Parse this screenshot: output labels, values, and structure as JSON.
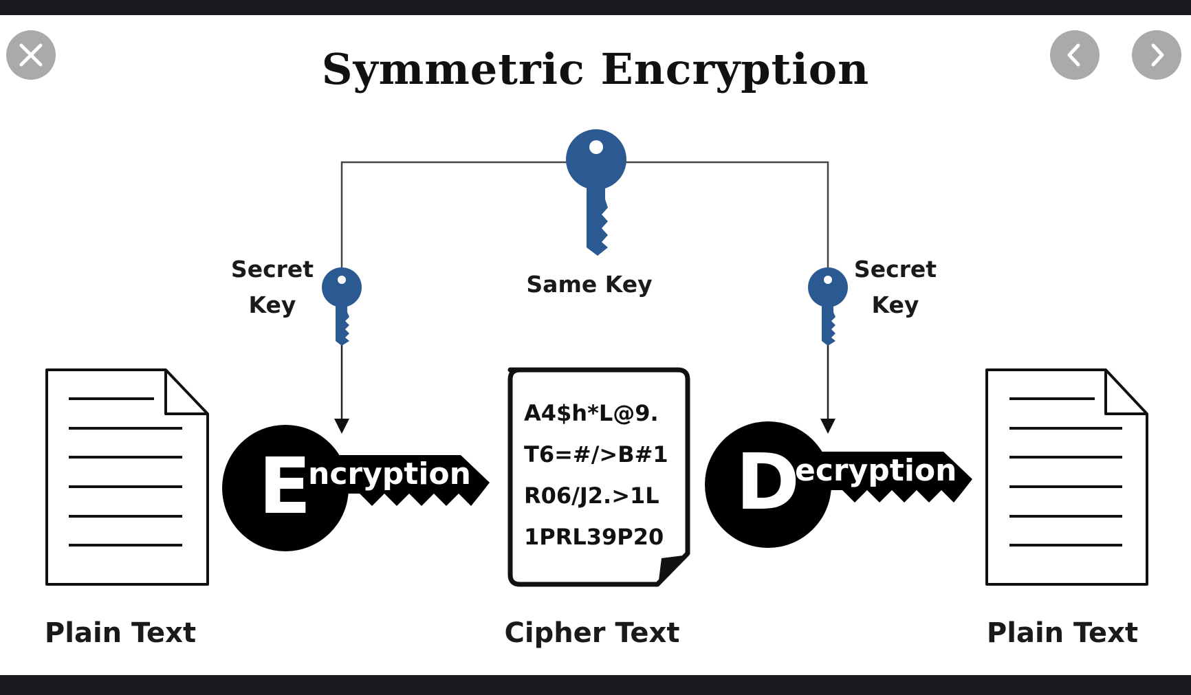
{
  "viewer": {
    "close_button": {
      "icon": "close-icon"
    },
    "prev_button": {
      "icon": "chevron-left-icon"
    },
    "next_button": {
      "icon": "chevron-right-icon"
    }
  },
  "diagram": {
    "title": "Symmetric Encryption",
    "same_key_label": "Same Key",
    "left_secret_key_label": "Secret\nKey",
    "right_secret_key_label": "Secret\nKey",
    "encryption_badge": {
      "initial": "E",
      "rest": "ncryption"
    },
    "decryption_badge": {
      "initial": "D",
      "rest": "ecryption"
    },
    "cipher_lines": [
      "A4$h*L@9.",
      "T6=#/>B#1",
      "R06/J2.>1L",
      "1PRL39P20"
    ],
    "plain_text_left_label": "Plain Text",
    "cipher_text_label": "Cipher Text",
    "plain_text_right_label": "Plain Text",
    "colors": {
      "key_blue": "#2b5a92",
      "badge_black": "#000000",
      "button_gray": "#aaaaaa"
    }
  }
}
